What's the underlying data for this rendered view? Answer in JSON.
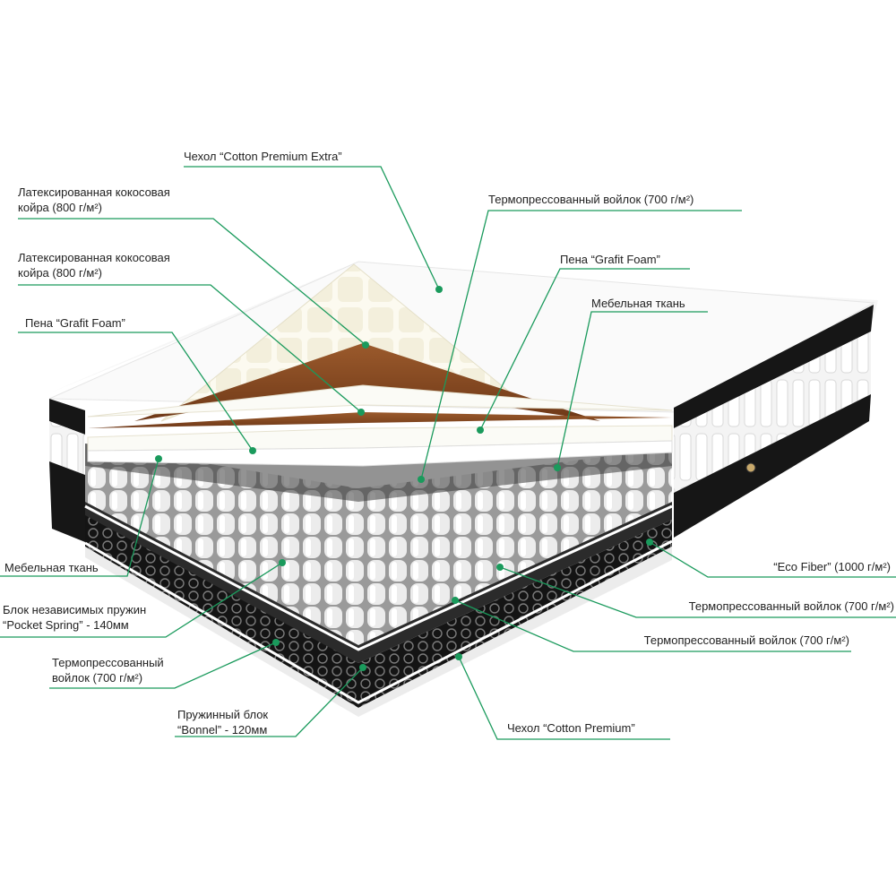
{
  "colors": {
    "leader": "#1a9a5c",
    "text": "#222222",
    "black_band": "#161616",
    "white_cover": "#f4f4f4",
    "coir": "#8a4a22",
    "foam": "#fbfbf6",
    "springs": "#d9d9d9",
    "felt": "#2b2b2b"
  },
  "labels": {
    "cover_extra": [
      "Чехол “Cotton Premium Extra”"
    ],
    "coir_1": [
      "Латексированная кокосовая",
      "койра (800 г/м²)"
    ],
    "coir_2": [
      "Латексированная кокосовая",
      "койра (800 г/м²)"
    ],
    "foam_left": [
      "Пена “Grafit Foam”"
    ],
    "felt_top": [
      "Термопрессованный войлок (700 г/м²)"
    ],
    "foam_right": [
      "Пена “Grafit Foam”"
    ],
    "fabric_right": [
      "Мебельная ткань"
    ],
    "fabric_left": [
      "Мебельная ткань"
    ],
    "pocket_spring": [
      "Блок независимых пружин",
      "“Pocket Spring” - 140мм"
    ],
    "felt_left": [
      "Термопрессованный",
      "войлок (700 г/м²)"
    ],
    "bonnel": [
      "Пружинный блок",
      "“Bonnel” - 120мм"
    ],
    "eco_fiber": [
      "“Eco Fiber” (1000 г/м²)"
    ],
    "felt_right_1": [
      "Термопрессованный войлок (700 г/м²)"
    ],
    "felt_right_2": [
      "Термопрессованный войлок (700 г/м²)"
    ],
    "cover_premium": [
      "Чехол “Cotton Premium”"
    ]
  }
}
